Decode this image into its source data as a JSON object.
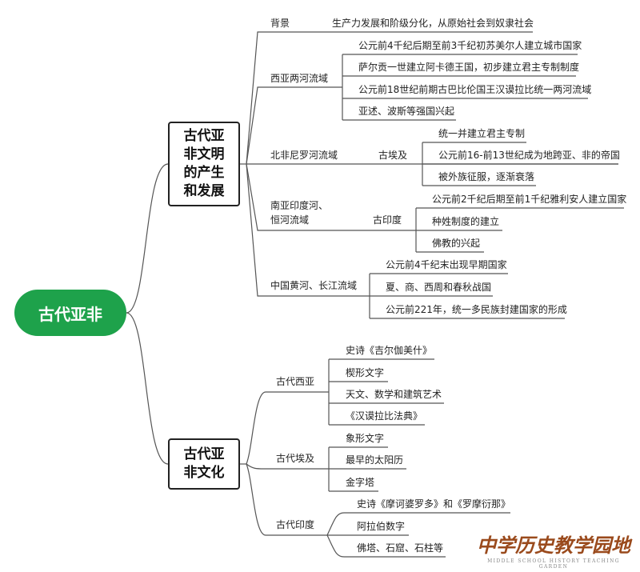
{
  "root": "古代亚非",
  "branches": [
    {
      "title_lines": [
        "古代亚",
        "非文明",
        "的产生",
        "和发展"
      ],
      "children": [
        {
          "label": "背景",
          "leaves": [
            "生产力发展和阶级分化，从原始社会到奴隶社会"
          ]
        },
        {
          "label": "西亚两河流域",
          "leaves": [
            "公元前4千纪后期至前3千纪初苏美尔人建立城市国家",
            "萨尔贡一世建立阿卡德王国，初步建立君主专制制度",
            "公元前18世纪前期古巴比伦国王汉谟拉比统一两河流域",
            "亚述、波斯等强国兴起"
          ]
        },
        {
          "label": "北非尼罗河流域",
          "sub": "古埃及",
          "leaves": [
            "统一并建立君主专制",
            "公元前16-前13世纪成为地跨亚、非的帝国",
            "被外族征服，逐渐衰落"
          ]
        },
        {
          "label_lines": [
            "南亚印度河、",
            "恒河流域"
          ],
          "sub": "古印度",
          "leaves": [
            "公元前2千纪后期至前1千纪雅利安人建立国家",
            "种姓制度的建立",
            "佛教的兴起"
          ]
        },
        {
          "label": "中国黄河、长江流域",
          "leaves": [
            "公元前4千纪末出现早期国家",
            "夏、商、西周和春秋战国",
            "公元前221年，统一多民族封建国家的形成"
          ]
        }
      ]
    },
    {
      "title_lines": [
        "古代亚",
        "非文化"
      ],
      "children": [
        {
          "label": "古代西亚",
          "leaves": [
            "史诗《吉尔伽美什》",
            "楔形文字",
            "天文、数学和建筑艺术",
            "《汉谟拉比法典》"
          ]
        },
        {
          "label": "古代埃及",
          "leaves": [
            "象形文字",
            "最早的太阳历",
            "金字塔"
          ]
        },
        {
          "label": "古代印度",
          "leaves": [
            "史诗《摩诃婆罗多》和《罗摩衍那》",
            "阿拉伯数字",
            "佛塔、石窟、石柱等"
          ]
        }
      ]
    }
  ],
  "watermark": {
    "title": "中学历史教学园地",
    "subtitle": "MIDDLE SCHOOL HISTORY TEACHING GARDEN"
  },
  "colors": {
    "root": "#1ea24b",
    "line": "#555555",
    "logo": "#9a4a1c"
  }
}
